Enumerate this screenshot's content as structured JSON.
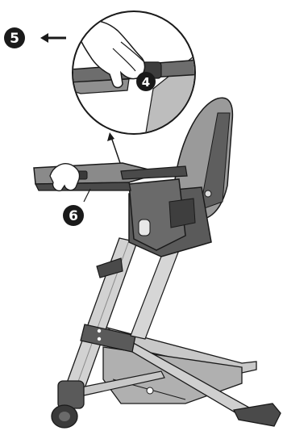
{
  "steps": {
    "step4": "4",
    "step5": "5",
    "step6": "6"
  },
  "icons": {
    "arrow_left": "arrow-left-icon",
    "arrow_up": "arrow-up-icon"
  },
  "colors": {
    "badge": "#1a1a1a",
    "badge_text": "#ffffff",
    "metal": "#c8c8c8",
    "dark_plastic": "#4a4a4a",
    "mid_plastic": "#8a8a8a",
    "line": "#1a1a1a"
  }
}
